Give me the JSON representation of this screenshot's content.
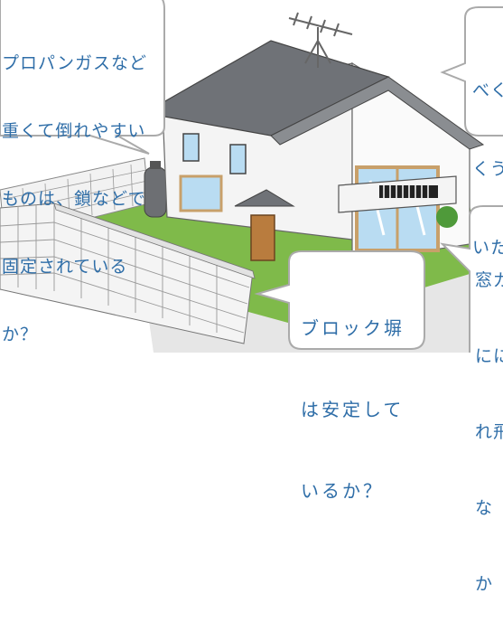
{
  "bubbles": {
    "propane": {
      "lines": [
        "プロパンガスなど",
        "重くて倒れやすい",
        "ものは、鎖などで",
        "固定されている",
        "か？"
      ]
    },
    "block_wall": {
      "lines": [
        "ブロック塀",
        "は安定して",
        "いるか？"
      ]
    },
    "furniture_partial": {
      "lines": [
        "べく",
        "くう",
        "いた"
      ]
    },
    "window_partial": {
      "lines": [
        "窓ガ",
        "にに",
        "れ飛",
        "な",
        "か"
      ]
    }
  },
  "colors": {
    "bubble_text": "#2f6ea8",
    "roof": "#6f7277",
    "wall": "#f4f4f4",
    "lawn": "#7fba4a",
    "window_glass": "#b9dcf2",
    "window_frame": "#c8a06a",
    "door": "#b97c3e",
    "block_wall": "#f2f2f2"
  }
}
